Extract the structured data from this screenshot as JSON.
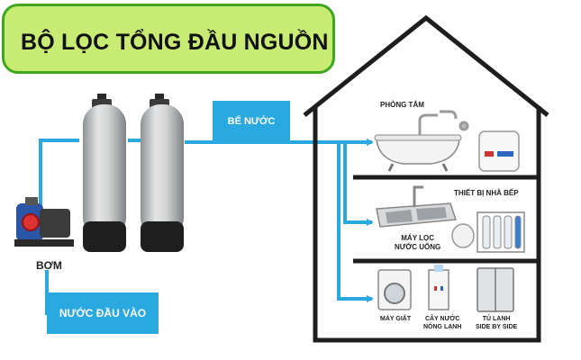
{
  "title": "BỘ LỌC TỔNG ĐẦU NGUỒN",
  "labels": {
    "pump": "BƠM",
    "inlet": "NƯỚC ĐẦU VÀO",
    "tank": "BỂ NƯỚC",
    "bathroom": "PHÒNG TẮM",
    "kitchen": "THIẾT BỊ NHÀ BẾP",
    "ro_filter": "MÁY LỌC\nNƯỚC UỐNG",
    "washer": "MÁY GIẶT",
    "dispenser": "CÂY NƯỚC\nNÓNG LẠNH",
    "fridge": "TỦ LẠNH\nSIDE BY SIDE"
  },
  "icons": [
    "pump-icon",
    "filter-tank-icon",
    "bathtub-icon",
    "faucet-icon",
    "water-heater-icon",
    "kitchen-sink-icon",
    "ro-filter-icon",
    "washing-machine-icon",
    "water-dispenser-icon",
    "fridge-icon",
    "house-outline"
  ],
  "colors": {
    "pipe": "#29a9e0",
    "title_bg": "#c8ec73",
    "title_border": "#3fa61f",
    "house_line": "#1e1e1e"
  }
}
